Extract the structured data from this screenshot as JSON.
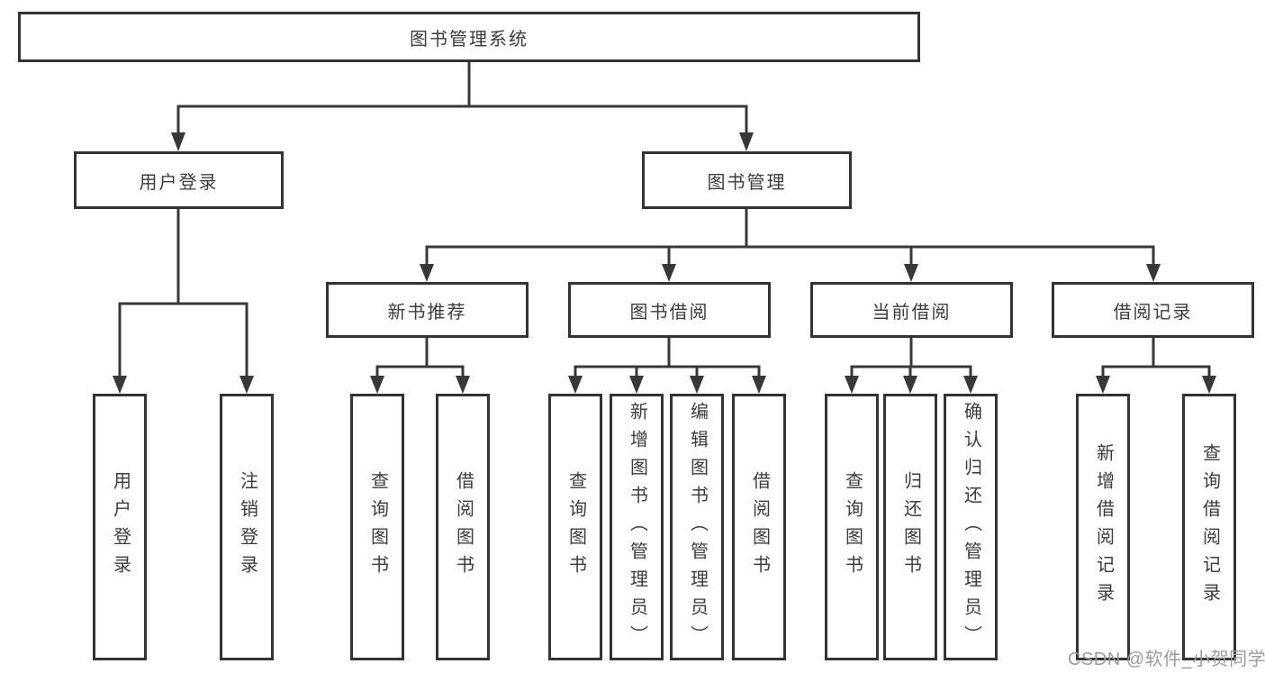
{
  "nodes": {
    "root": {
      "label": "图书管理系统"
    },
    "level1": [
      {
        "label": "用户登录"
      },
      {
        "label": "图书管理"
      }
    ],
    "level2": [
      {
        "label": "新书推荐"
      },
      {
        "label": "图书借阅"
      },
      {
        "label": "当前借阅"
      },
      {
        "label": "借阅记录"
      }
    ],
    "leaves": {
      "user_login": [
        {
          "label": "用户登录"
        },
        {
          "label": "注销登录"
        }
      ],
      "new_book": [
        {
          "label": "查询图书"
        },
        {
          "label": "借阅图书"
        }
      ],
      "book_borrow": [
        {
          "label": "查询图书"
        },
        {
          "label": "新增图书（管理员）"
        },
        {
          "label": "编辑图书（管理员）"
        },
        {
          "label": "借阅图书"
        }
      ],
      "current_borrow": [
        {
          "label": "查询图书"
        },
        {
          "label": "归还图书"
        },
        {
          "label": "确认归还（管理员）"
        }
      ],
      "borrow_record": [
        {
          "label": "新增借阅记录"
        },
        {
          "label": "查询借阅记录"
        }
      ]
    }
  },
  "watermark": {
    "text": "CSDN @软件_小贺同学"
  },
  "colors": {
    "line": "#383838",
    "box_border": "#333333",
    "text": "#3c3c3c",
    "watermark": "#9c9c9c",
    "background": "#ffffff"
  }
}
